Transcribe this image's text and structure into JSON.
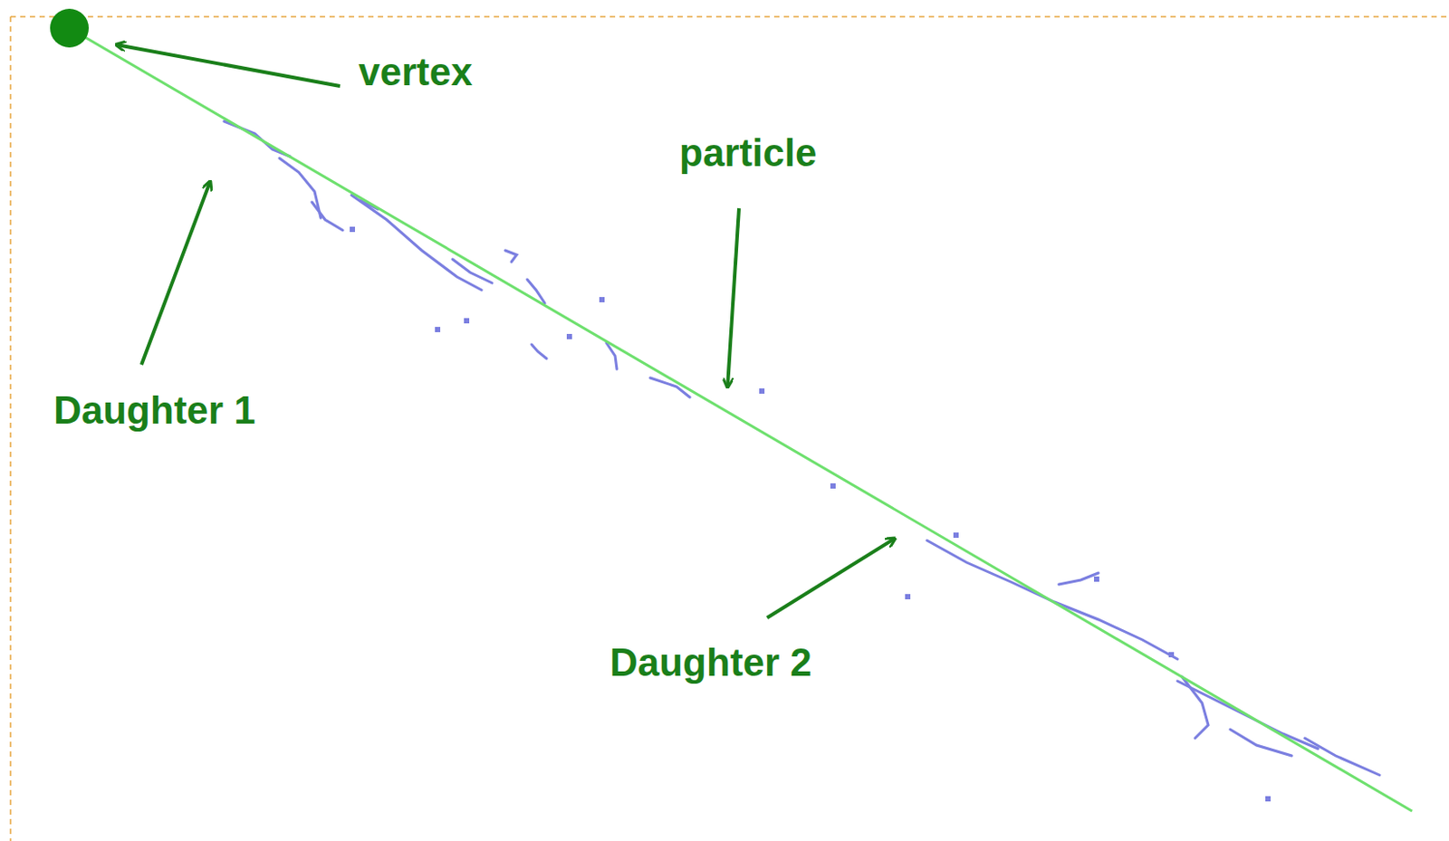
{
  "diagram": {
    "labels": [
      "vertex",
      "particle",
      "Daughter 1",
      "Daughter 2"
    ]
  }
}
